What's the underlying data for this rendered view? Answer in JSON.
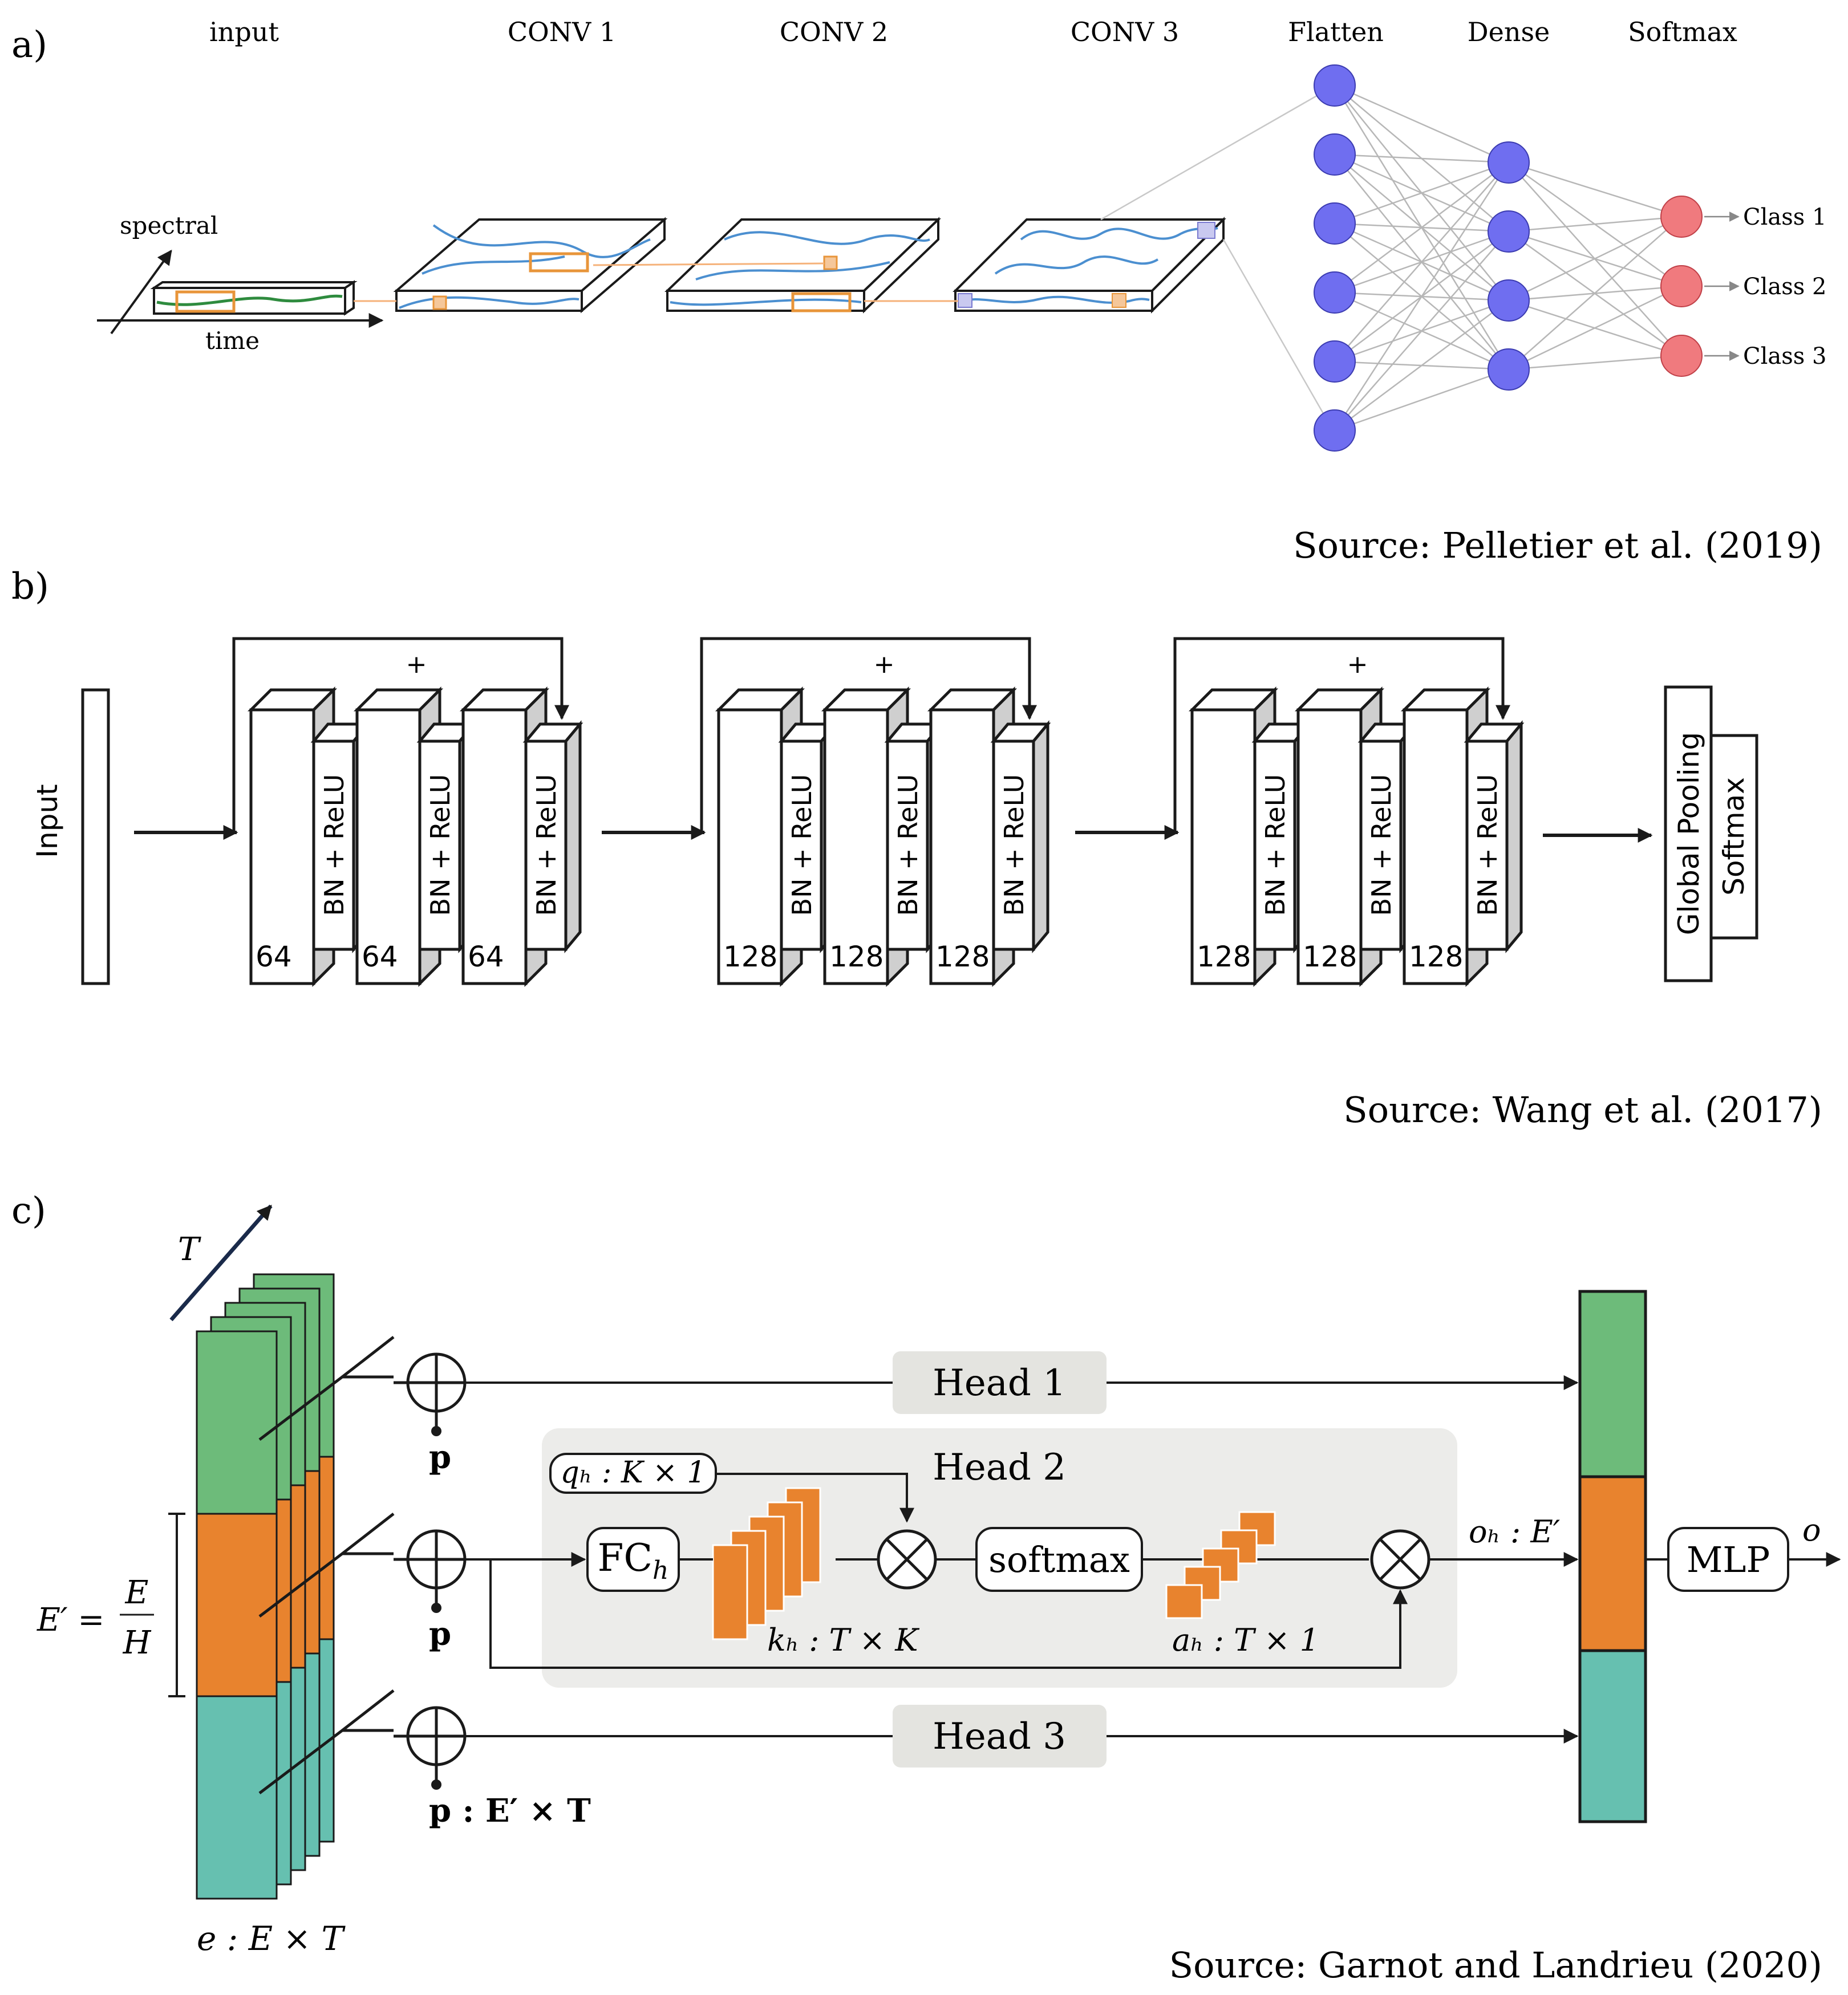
{
  "panel_a": {
    "label": "a)",
    "stages": [
      "input",
      "CONV 1",
      "CONV 2",
      "CONV 3",
      "Flatten",
      "Dense",
      "Softmax"
    ],
    "axis_spectral": "spectral",
    "axis_time": "time",
    "classes": [
      "Class 1",
      "Class 2",
      "Class 3"
    ],
    "flatten_nodes": 6,
    "dense_nodes": 4,
    "softmax_nodes": 3,
    "source": "Source: Pelletier et al. (2019)",
    "colors": {
      "node_blue": "#6f6ef0",
      "node_red": "#f07a7e",
      "curve_blue": "#4b8fd0",
      "curve_green": "#2e8b3e",
      "window_orange": "#e8953a"
    }
  },
  "panel_b": {
    "label": "b)",
    "input_label": "Input",
    "bn_label": "BN + ReLU",
    "plus": "+",
    "blocks": [
      {
        "filters": [
          "64",
          "64",
          "64"
        ]
      },
      {
        "filters": [
          "128",
          "128",
          "128"
        ]
      },
      {
        "filters": [
          "128",
          "128",
          "128"
        ]
      }
    ],
    "pooling_label": "Global Pooling",
    "softmax_label": "Softmax",
    "source": "Source: Wang et al. (2017)"
  },
  "panel_c": {
    "label": "c)",
    "t_label": "T",
    "e_prime_lhs": "E′ =",
    "e_frac_num": "E",
    "e_frac_den": "H",
    "e_label": "e : E × T",
    "p_label": "p",
    "p_full_label": "p : E′ × T",
    "head1": "Head 1",
    "head2": "Head 2",
    "head3": "Head 3",
    "q_label": "qₕ : K × 1",
    "fc_label": "FC",
    "fc_sub": "h",
    "k_label": "kₕ : T × K",
    "softmax_label": "softmax",
    "a_label": "aₕ : T × 1",
    "o_h_label": "oₕ : E′",
    "mlp_label": "MLP",
    "o_label": "o",
    "source": "Source: Garnot and Landrieu (2020)",
    "colors": {
      "green": "#6dbb7a",
      "orange": "#e8832e",
      "teal": "#66c0b0",
      "panel_gray": "#ececea"
    }
  }
}
